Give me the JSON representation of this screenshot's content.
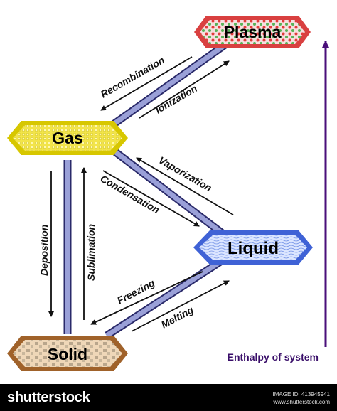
{
  "nodes": {
    "plasma": "Plasma",
    "gas": "Gas",
    "liquid": "Liquid",
    "solid": "Solid"
  },
  "transitions": {
    "recombination": "Recombination",
    "ionization": "Ionization",
    "vaporization": "Vaporization",
    "condensation": "Condensation",
    "deposition": "Deposition",
    "sublimation": "Sublimation",
    "freezing": "Freezing",
    "melting": "Melting"
  },
  "axis_label": "Enthalpy of system",
  "footer": {
    "brand": "shutterstock",
    "image_id": "IMAGE ID: 413945941",
    "site": "www.shutterstock.com"
  },
  "colors": {
    "plasma_border": "#d94040",
    "plasma_fill": "#f4d6d6",
    "gas_border": "#d4c400",
    "gas_fill": "#f6ec4a",
    "liquid_border": "#3f62d6",
    "liquid_fill": "#c9d8ff",
    "solid_border": "#a0622a",
    "solid_fill": "#f3dcc0",
    "bar": "#8f95cf",
    "arrow": "#111111",
    "axis_arrow": "#4a0f7a"
  }
}
